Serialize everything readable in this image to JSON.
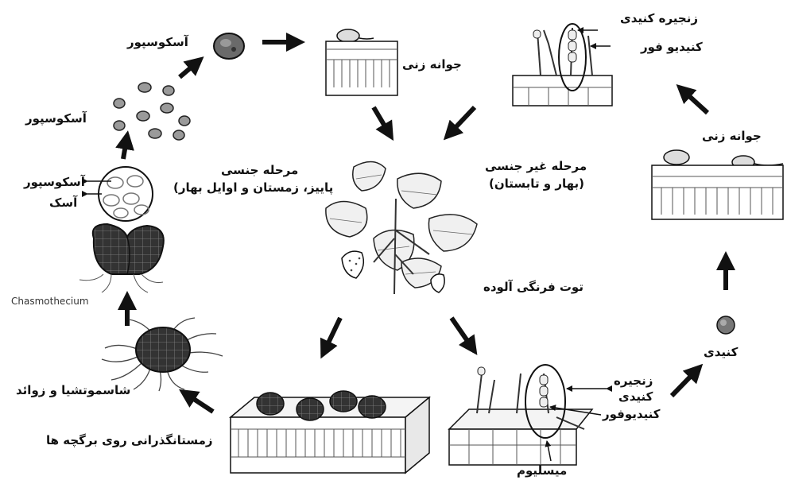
{
  "labels": {
    "ascospore_top": "آسکوسپور",
    "ascospore_mid": "آسکوسپور",
    "ascospore_in_ascus": "آسکوسپور",
    "ascus": "آسک",
    "chasmothecium": "Chasmothecium",
    "chasmothecia_appendages": "شاسموتشیا و زوائد",
    "overwintering_on_leaves": "زمستانگذرانی روی برگچه ها",
    "germ_tube_top": "جوانه زنی",
    "conidial_chain_top": "زنجیره کنیدی",
    "conidiophore_top": "کنیدیو فور",
    "germ_tube_right": "جوانه زنی",
    "conidium": "کنیدی",
    "conidial_chain_bottom_1": "زنجیره",
    "conidial_chain_bottom_2": "کنیدی",
    "conidiophore_bottom": "کنیدیوفور",
    "mycelium": "میسلیوم",
    "sexual_stage_title": "مرحله جنسی",
    "sexual_stage_season": "پاییز، زمستان و اوایل بهار)",
    "asexual_stage_title": "مرحله غیر جنسی",
    "asexual_stage_season": "(بهار و تابستان)",
    "infected_strawberry": "توت فرنگی آلوده"
  }
}
